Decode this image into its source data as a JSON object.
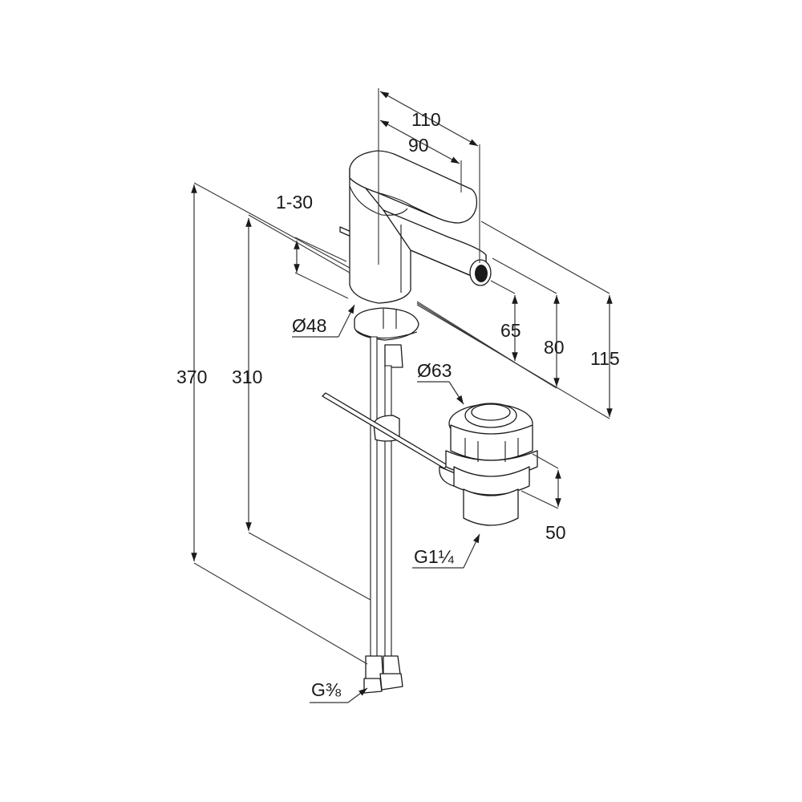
{
  "dimensions": {
    "width_total": "110",
    "width_spout": "90",
    "lever_travel": "1-30",
    "base_diameter": "Ø48",
    "height_total": "370",
    "height_hose": "310",
    "spout_height_65": "65",
    "spout_height_80": "80",
    "spout_height_115": "115",
    "waste_diameter": "Ø63",
    "waste_height": "50"
  },
  "threads": {
    "waste_thread": "G1¼",
    "supply_thread": "G⅜"
  }
}
